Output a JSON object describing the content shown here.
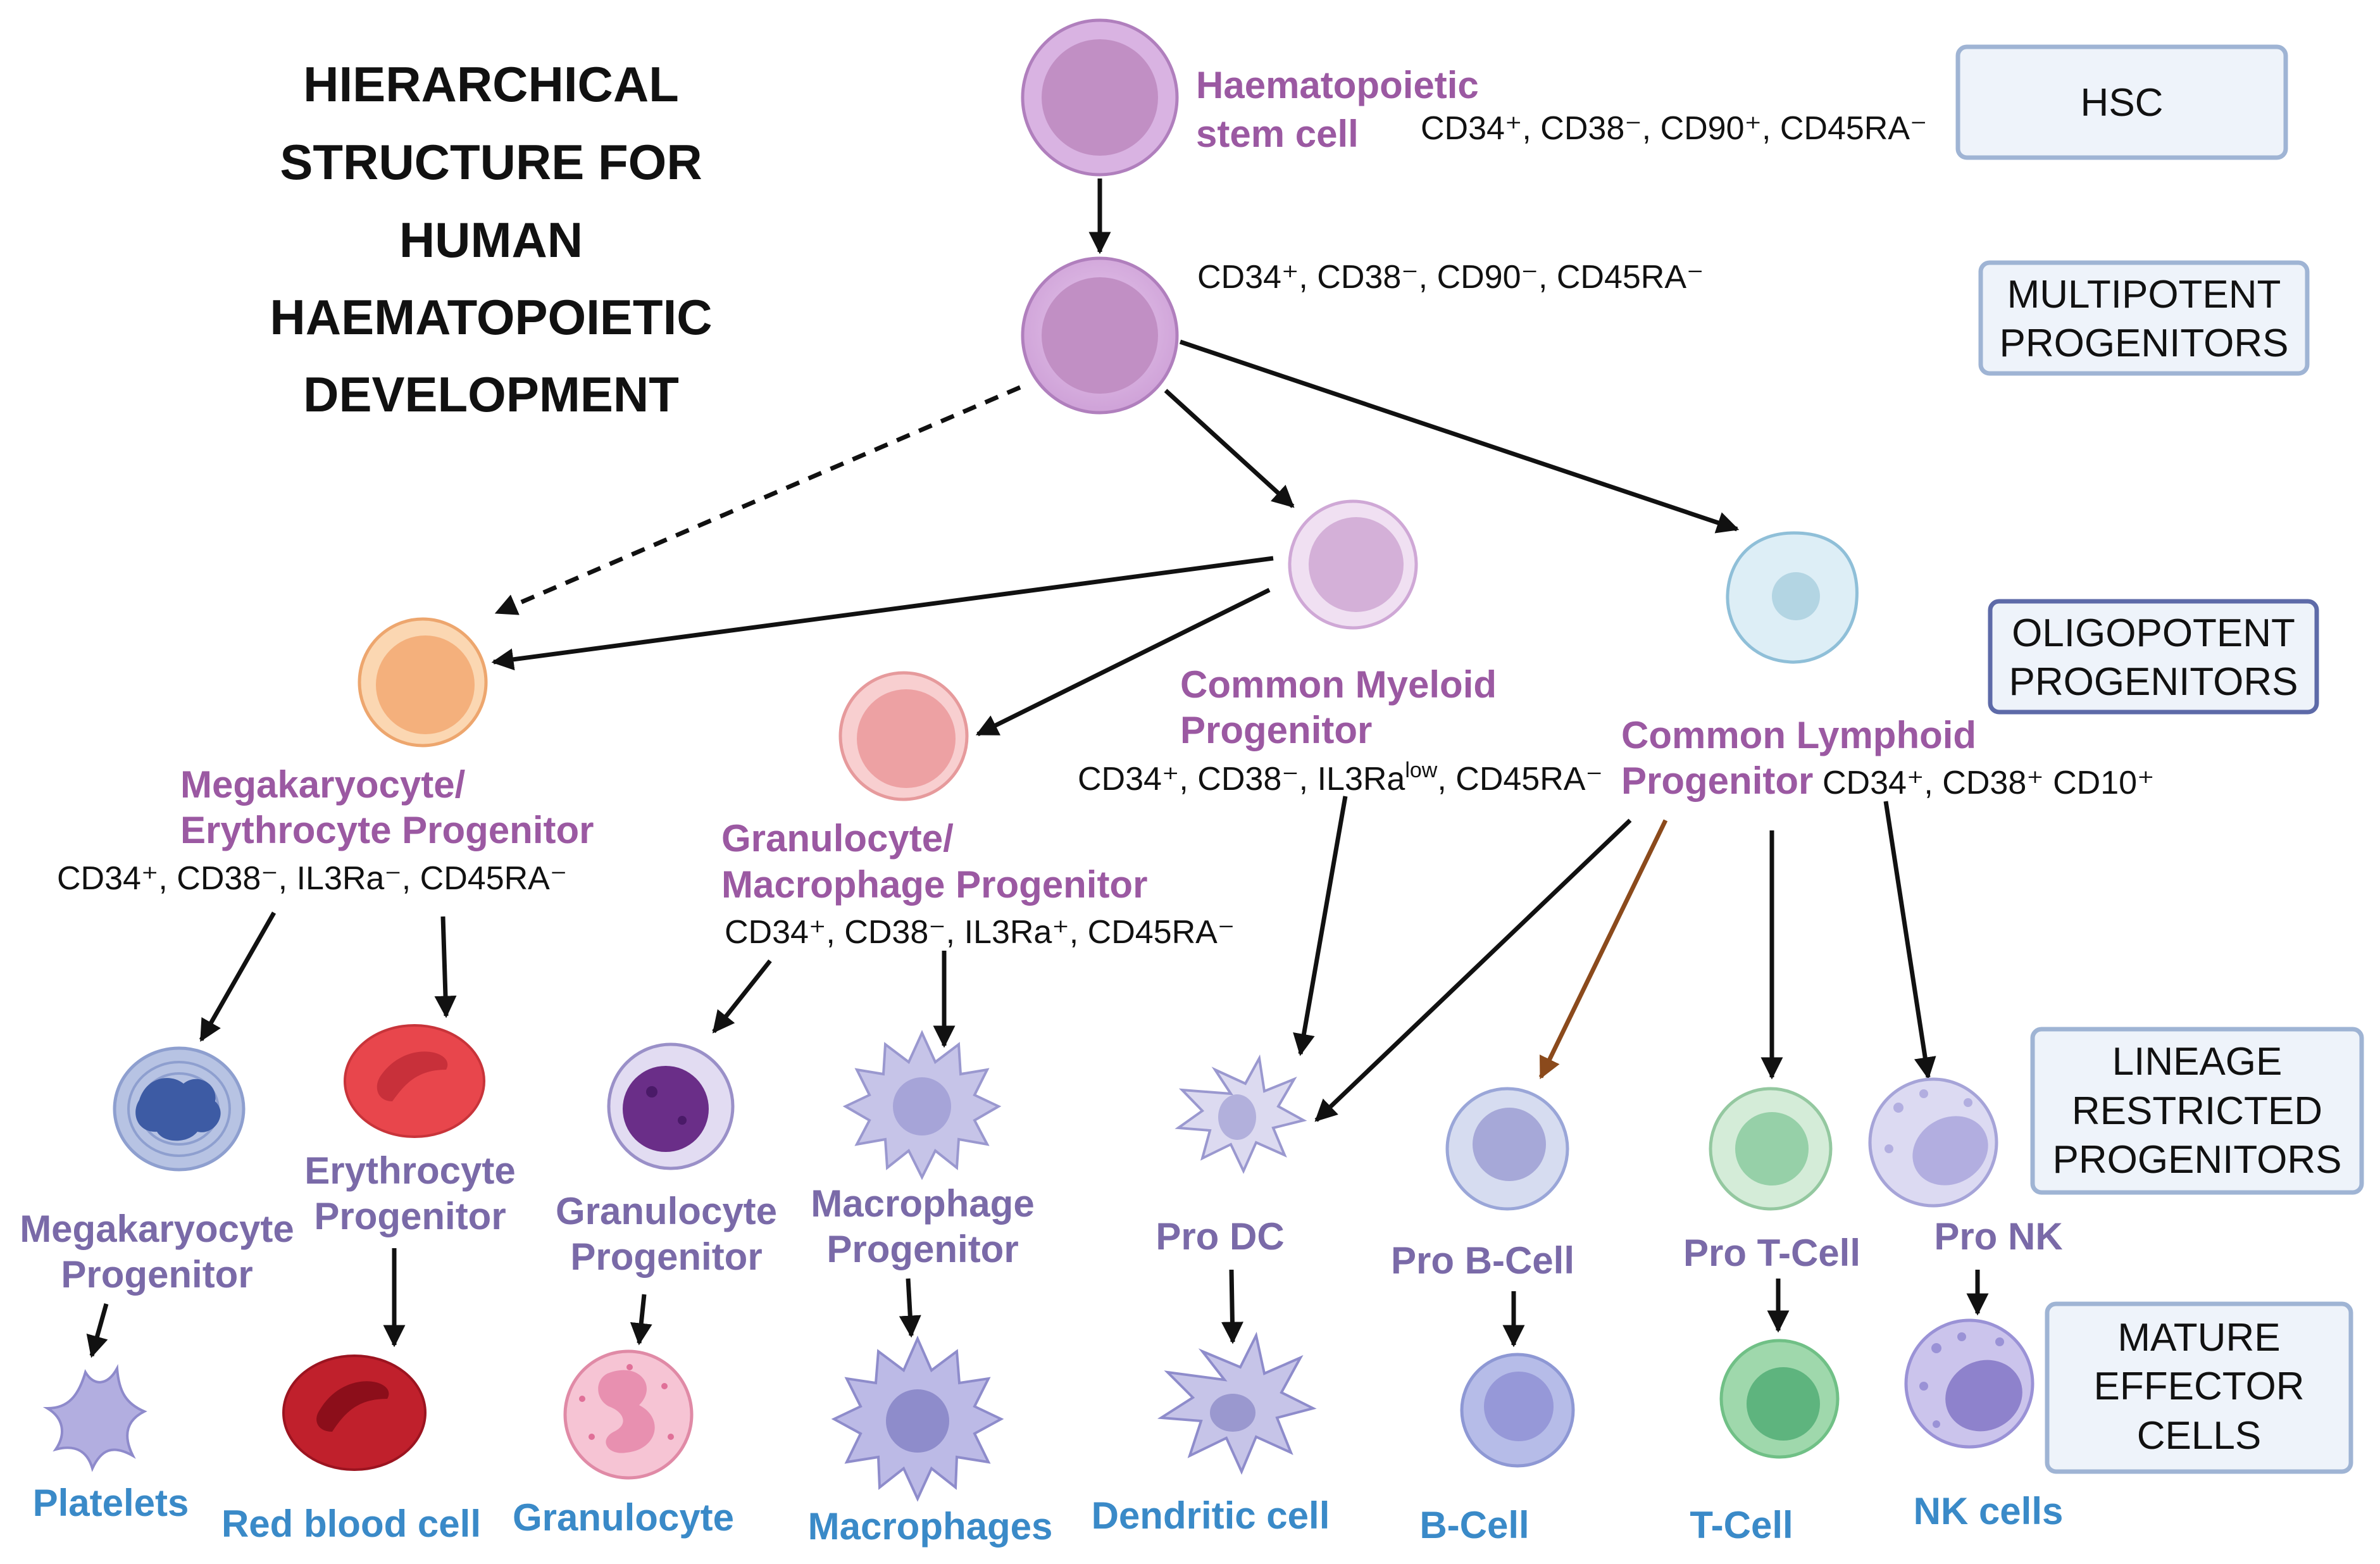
{
  "title": {
    "lines": [
      "HIERARCHICAL",
      "STRUCTURE FOR",
      "HUMAN",
      "HAEMATOPOIETIC",
      "DEVELOPMENT"
    ]
  },
  "tiers": {
    "hsc": "HSC",
    "mpp": [
      "MULTIPOTENT",
      "PROGENITORS"
    ],
    "oligo": [
      "OLIGOPOTENT",
      "PROGENITORS"
    ],
    "lineage": [
      "LINEAGE",
      "RESTRICTED",
      "PROGENITORS"
    ],
    "mature": [
      "MATURE",
      "EFFECTOR",
      "CELLS"
    ]
  },
  "stem": {
    "name": [
      "Haematopoietic",
      "stem cell"
    ],
    "markers": "CD34⁺, CD38⁻, CD90⁺, CD45RA⁻"
  },
  "mpp": {
    "markers": "CD34⁺, CD38⁻, CD90⁻, CD45RA⁻"
  },
  "cmp": {
    "name": [
      "Common Myeloid",
      "Progenitor"
    ],
    "markers": "CD34⁺, CD38⁻, IL3Ra",
    "markers_sup": "low",
    "markers_end": ", CD45RA⁻"
  },
  "clp": {
    "name": [
      "Common Lymphoid",
      "Progenitor"
    ],
    "markers": "CD34⁺, CD38⁺ CD10⁺"
  },
  "mep": {
    "name": [
      "Megakaryocyte/",
      "Erythrocyte Progenitor"
    ],
    "markers": "CD34⁺, CD38⁻, IL3Ra⁻, CD45RA⁻"
  },
  "gmp": {
    "name": [
      "Granulocyte/",
      "Macrophage Progenitor"
    ],
    "markers": "CD34⁺, CD38⁻, IL3Ra⁺, CD45RA⁻"
  },
  "lineage": {
    "megakaryocyte": [
      "Megakaryocyte",
      "Progenitor"
    ],
    "erythrocyte": [
      "Erythrocyte",
      "Progenitor"
    ],
    "granulocyte": [
      "Granulocyte",
      "Progenitor"
    ],
    "macrophage": [
      "Macrophage",
      "Progenitor"
    ],
    "pro_dc": "Pro DC",
    "pro_b": "Pro B-Cell",
    "pro_t": "Pro T-Cell",
    "pro_nk": "Pro NK"
  },
  "mature": {
    "platelets": "Platelets",
    "rbc": "Red blood cell",
    "granulocyte": "Granulocyte",
    "macrophages": "Macrophages",
    "dendritic": "Dendritic cell",
    "bcell": "B-Cell",
    "tcell": "T-Cell",
    "nk": "NK cells"
  },
  "colors": {
    "stem_outer": "#d7b1e0",
    "stem_inner": "#c18fc4",
    "mep": "#f4b07c",
    "gmp": "#f0a0a2",
    "cmp": "#dcbfe0",
    "clp": "#c4e0ec",
    "red_cell": "#e8464c",
    "rbc": "#c0202c",
    "green_cell": "#8fd1a4",
    "blue_cell": "#a6a4e0",
    "brown_arrow": "#8b4a1c"
  }
}
